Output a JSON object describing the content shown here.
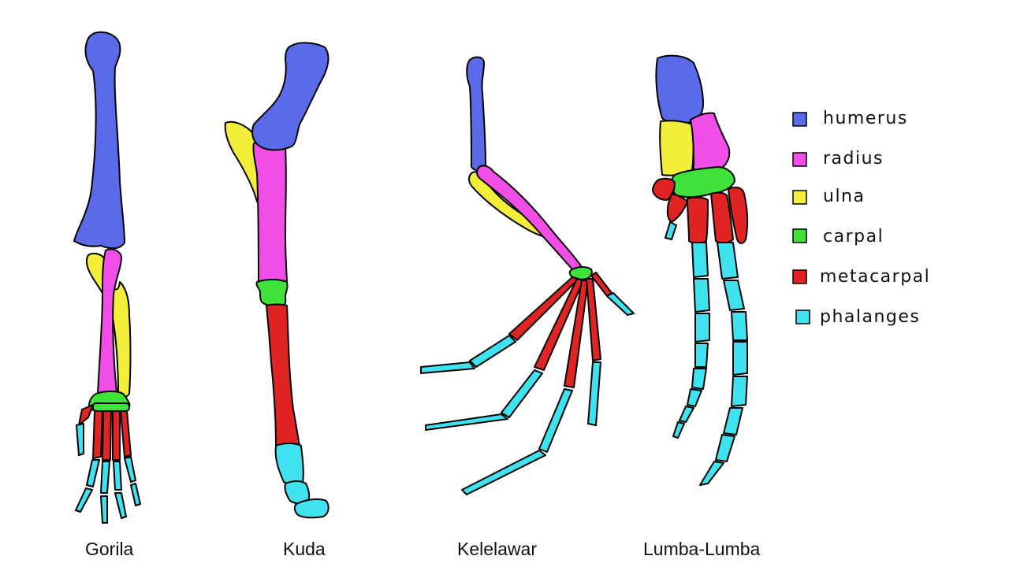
{
  "animals": [
    {
      "id": "gorila",
      "name": "Gorila"
    },
    {
      "id": "kuda",
      "name": "Kuda"
    },
    {
      "id": "kelelawar",
      "name": "Kelelawar"
    },
    {
      "id": "lumba",
      "name": "Lumba-Lumba"
    }
  ],
  "legend": [
    {
      "key": "humerus",
      "label": "humerus",
      "color": "#5b6ae8"
    },
    {
      "key": "radius",
      "label": "radius",
      "color": "#f04ee6"
    },
    {
      "key": "ulna",
      "label": "ulna",
      "color": "#f2ee3a"
    },
    {
      "key": "carpal",
      "label": "carpal",
      "color": "#3fe23a"
    },
    {
      "key": "metacarpal",
      "label": "metacarpal",
      "color": "#e02424"
    },
    {
      "key": "phalanges",
      "label": "phalanges",
      "color": "#3ee3ef"
    }
  ]
}
